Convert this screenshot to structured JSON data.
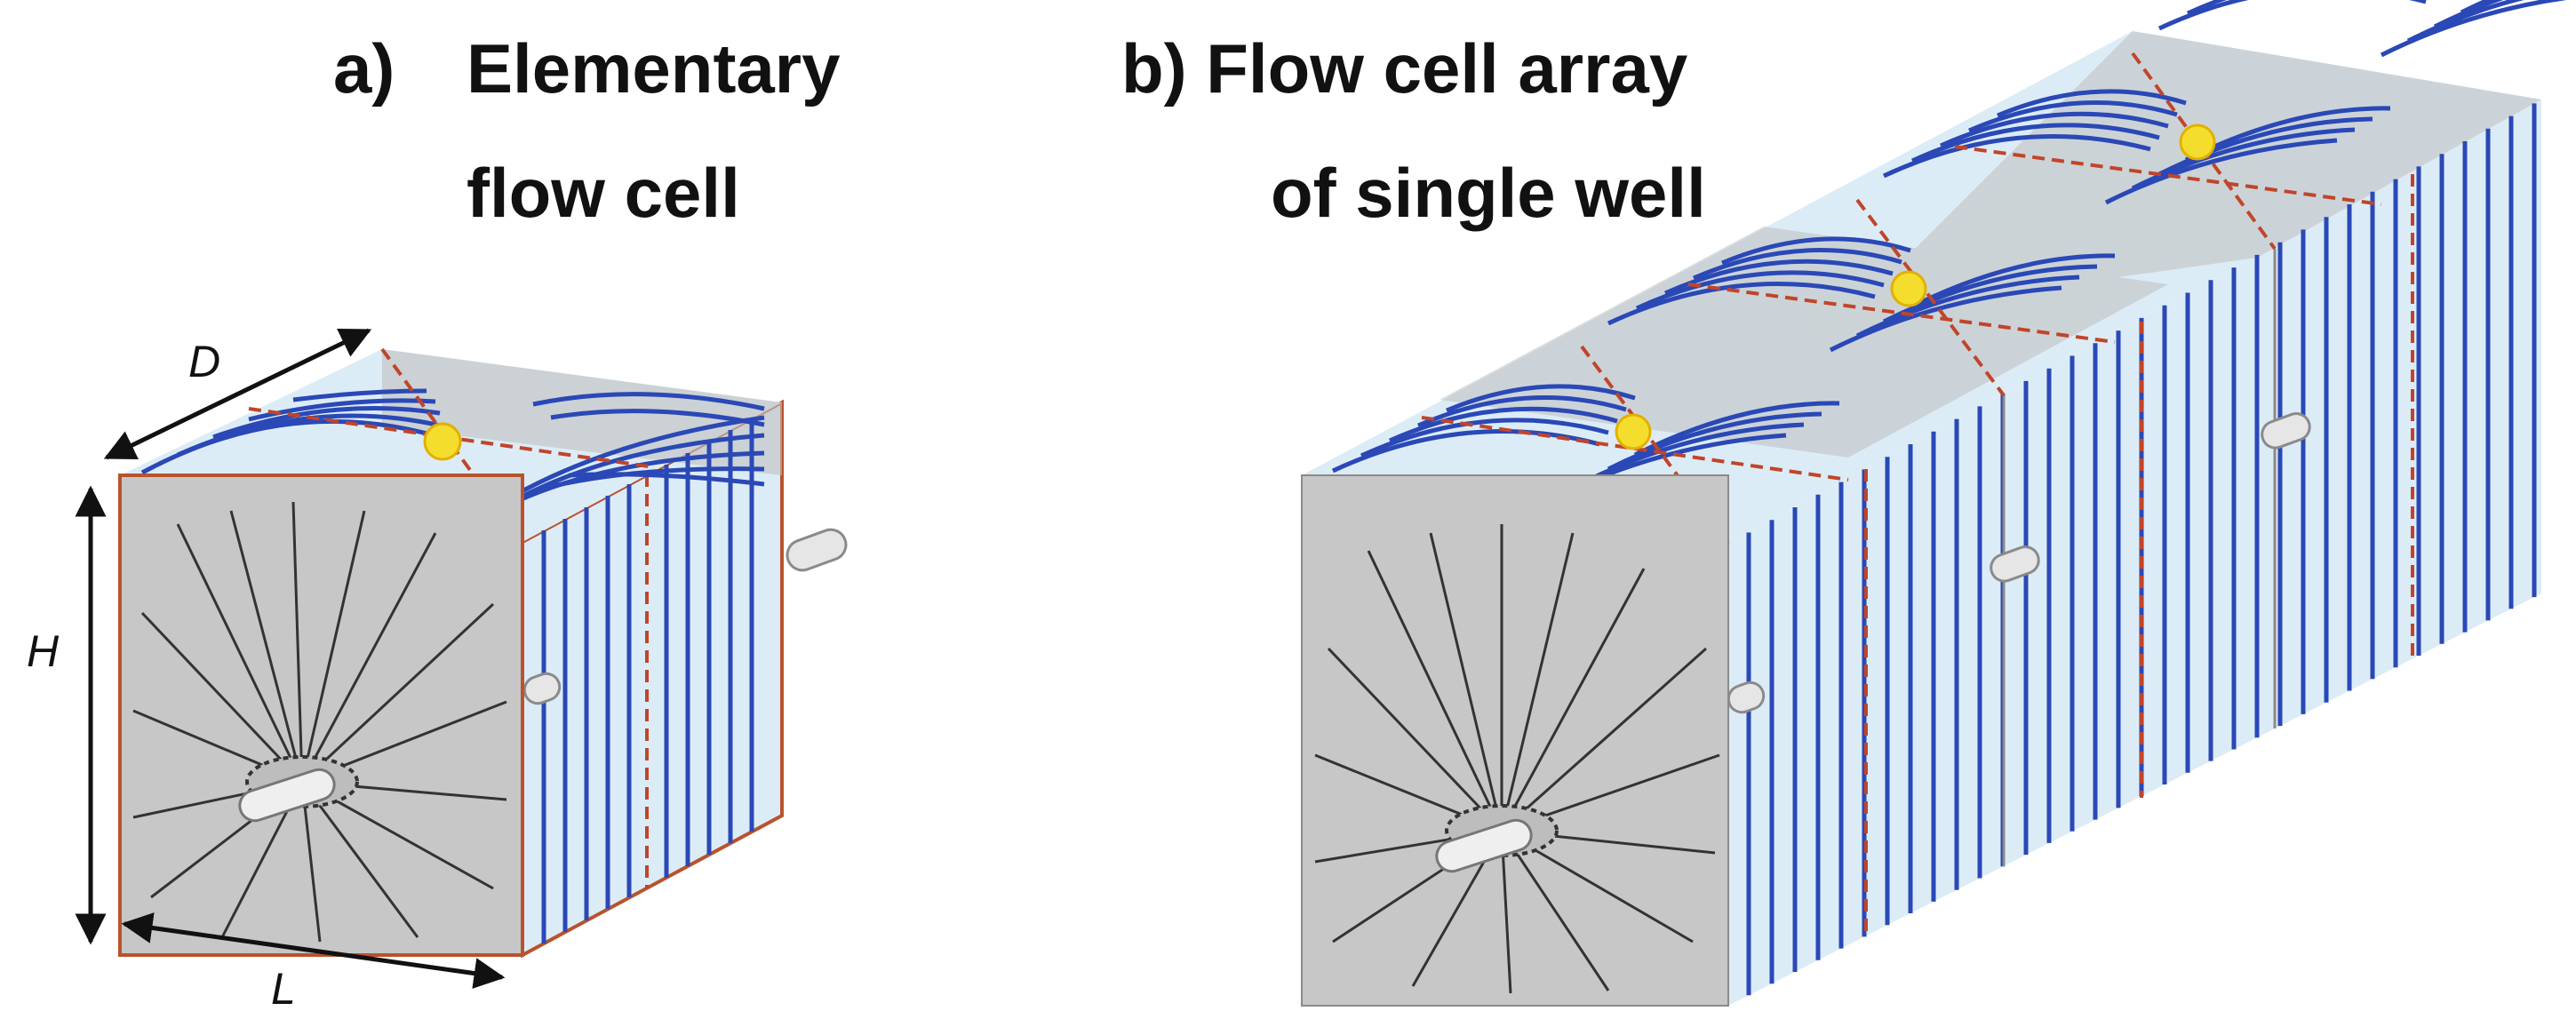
{
  "panel_a": {
    "label": "a)",
    "title_line1": "Elementary",
    "title_line2": "flow cell",
    "dim_depth": "D",
    "dim_height": "H",
    "dim_length": "L"
  },
  "panel_b": {
    "title_line1": "b) Flow cell array",
    "title_line2": "of single well"
  },
  "colors": {
    "face_gray": "#c7c7c7",
    "top_face": "#dcecf6",
    "stream_blue": "#2a48b6",
    "divide_red": "#c0452a",
    "well_yellow": "#f5dd2e",
    "cell_border": "#b8532e"
  }
}
